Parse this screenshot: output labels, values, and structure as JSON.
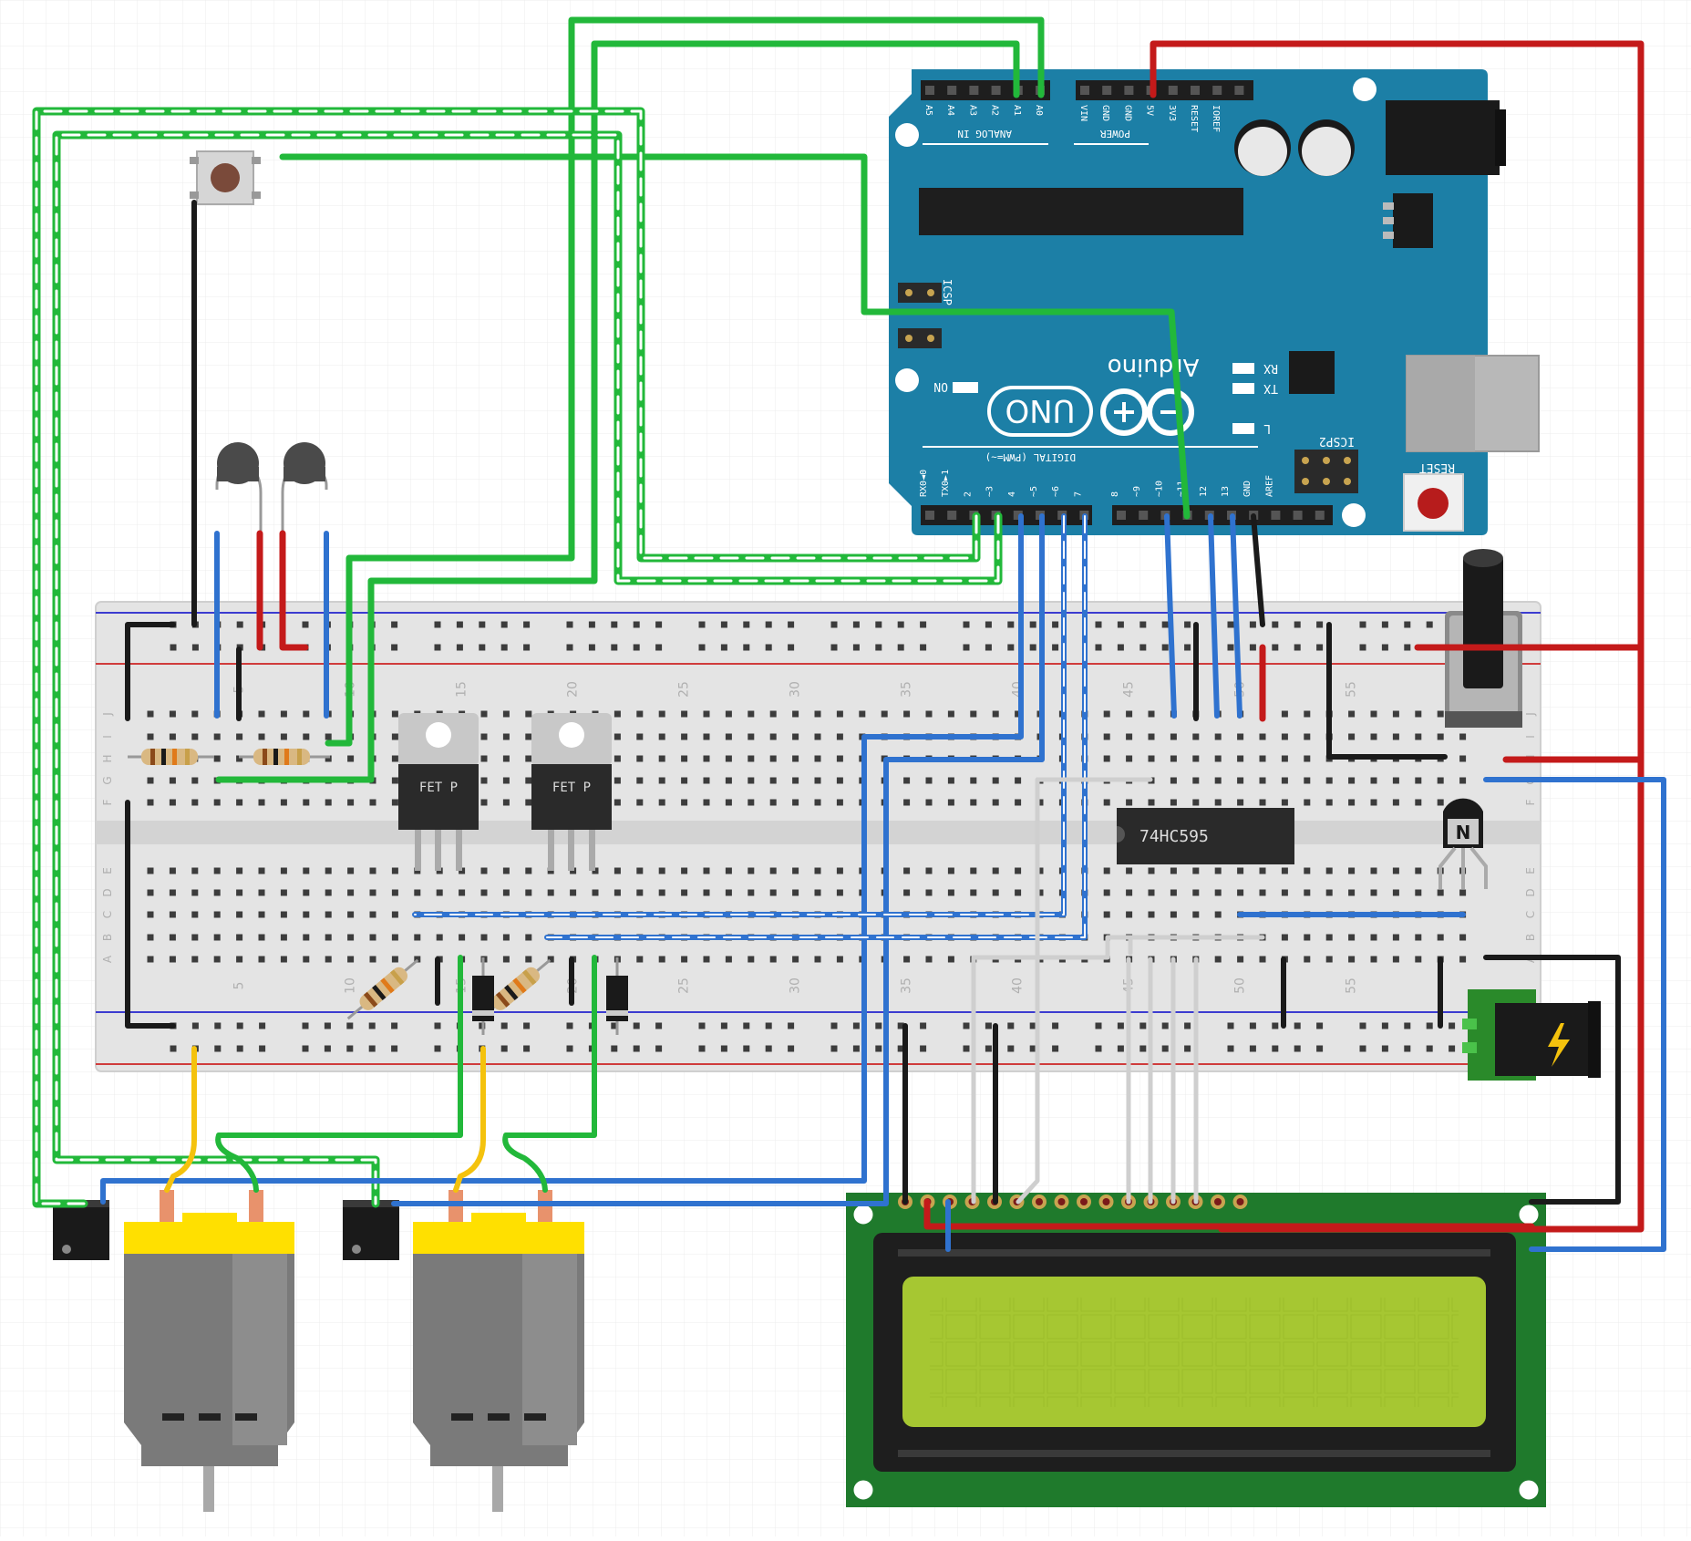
{
  "arduino": {
    "brand": "Arduino",
    "model": "UNO",
    "reset_label": "RESET",
    "icsp_label": "ICSP",
    "icsp2_label": "ICSP2",
    "on_label": "ON",
    "tx_label": "TX",
    "rx_label": "RX",
    "l_label": "L",
    "analog_in_label": "ANALOG IN",
    "power_label": "POWER",
    "digital_label": "DIGITAL (PWM=~)",
    "analog_pins": [
      "A5",
      "A4",
      "A3",
      "A2",
      "A1",
      "A0"
    ],
    "power_pins": [
      "VIN",
      "GND",
      "GND",
      "5V",
      "3V3",
      "RESET",
      "IOREF"
    ],
    "digital_pins_low": [
      "RX0◄0",
      "TX0►1",
      "2",
      "~3",
      "4",
      "~5",
      "~6",
      "7"
    ],
    "digital_pins_high": [
      "8",
      "~9",
      "~10",
      "~11",
      "12",
      "13",
      "GND",
      "AREF"
    ]
  },
  "breadboard": {
    "column_labels": [
      "5",
      "10",
      "15",
      "20",
      "25",
      "30",
      "35",
      "40",
      "45",
      "50",
      "55"
    ],
    "row_labels_top": [
      "J",
      "I",
      "H",
      "G",
      "F"
    ],
    "row_labels_bottom": [
      "E",
      "D",
      "C",
      "B",
      "A"
    ]
  },
  "components": {
    "mosfet_label": "FET P",
    "shift_register_label": "74HC595",
    "transistor_label": "N",
    "lcd_backlight": "#a6c732"
  },
  "colors": {
    "arduino_board": "#1c7fa6",
    "wire_green": "#22b83a",
    "wire_red": "#c41a1a",
    "wire_blue": "#2f72cf",
    "wire_black": "#1a1a1a",
    "wire_yellow": "#f4c20d",
    "wire_white": "#d8d8d8",
    "lcd_pcb": "#1f7a2c",
    "motor_cap": "#ffe000",
    "motor_body": "#7a7a7a"
  }
}
